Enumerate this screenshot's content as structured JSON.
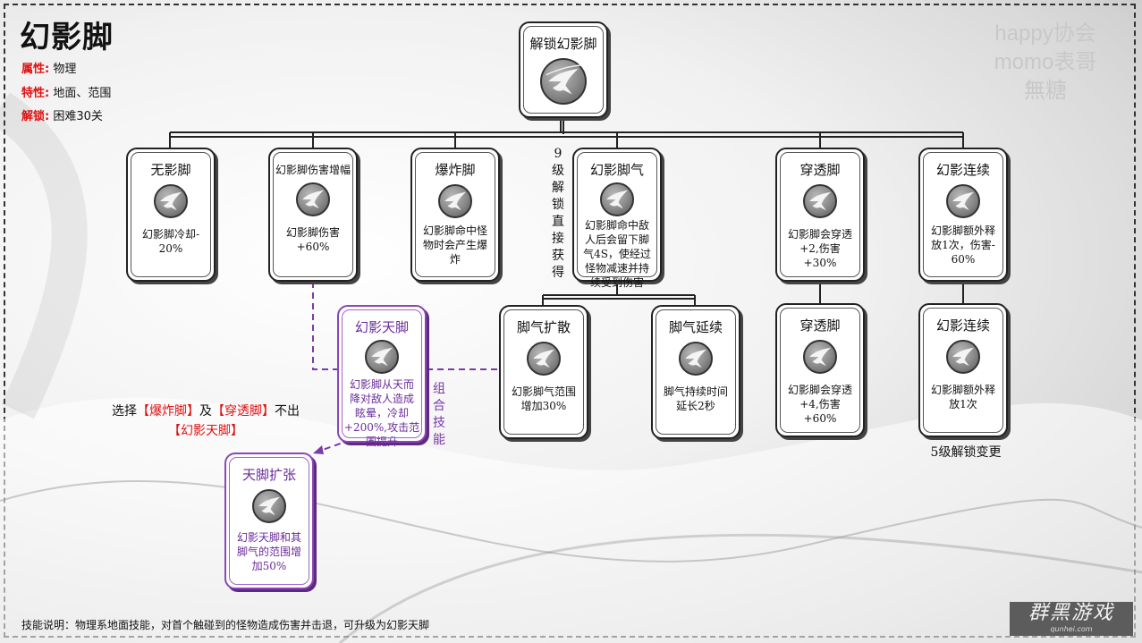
{
  "page": {
    "title": "幻影脚",
    "attributes": [
      {
        "key": "属性:",
        "value": "物理"
      },
      {
        "key": "特性:",
        "value": "地面、范围"
      },
      {
        "key": "解锁:",
        "value": "困难30关"
      }
    ],
    "watermark": [
      "happy协会",
      "momo表哥",
      "無糖"
    ],
    "footer": "技能说明：物理系地面技能，对首个触碰到的怪物造成伤害并击退，可升级为幻影天脚",
    "brand": {
      "name": "群黑游戏",
      "url": "qunhei.com"
    }
  },
  "tree": {
    "root": {
      "title": "解锁幻影脚"
    },
    "row1": [
      {
        "title": "无影脚",
        "desc": [
          "幻影脚冷却-",
          "20%"
        ]
      },
      {
        "title": "幻影脚伤害增幅",
        "desc": [
          "幻影脚伤害",
          "+60%"
        ]
      },
      {
        "title": "爆炸脚",
        "desc": [
          "幻影脚命中怪",
          "物时会产生爆",
          "炸"
        ]
      },
      {
        "title": "幻影脚气",
        "desc": [
          "幻影脚命中敌",
          "人后会留下脚",
          "气4S，使经过",
          "怪物减速并持",
          "续受到伤害"
        ]
      },
      {
        "title": "穿透脚",
        "desc": [
          "幻影脚会穿透",
          "+2,伤害+30%"
        ]
      },
      {
        "title": "幻影连续",
        "desc": [
          "幻影脚额外释",
          "放1次，伤害-",
          "60%"
        ]
      }
    ],
    "row2": [
      {
        "title": "脚气扩散",
        "desc": [
          "幻影脚气范围",
          "增加30%"
        ]
      },
      {
        "title": "脚气延续",
        "desc": [
          "脚气持续时间",
          "延长2秒"
        ]
      },
      {
        "title": "穿透脚",
        "desc": [
          "幻影脚会穿透",
          "+4,伤害+60%"
        ]
      },
      {
        "title": "幻影连续",
        "desc": [
          "幻影脚额外释",
          "放1次"
        ]
      }
    ],
    "combo": {
      "title": "幻影天脚",
      "desc": [
        "幻影脚从天而",
        "降对敌人造成",
        "眩晕，冷却",
        "+200%,攻击范",
        "围提升"
      ]
    },
    "combo_upgrade": {
      "title": "天脚扩张",
      "desc": [
        "幻影天脚和其",
        "脚气的范围增",
        "加50%"
      ]
    },
    "notes": {
      "level9": "9级解锁直接获得",
      "combo_label": "组合技能",
      "level5": "5级解锁变更",
      "select_prefix": "选择",
      "select_a": "【爆炸脚】",
      "select_and": "及",
      "select_b": "【穿透脚】",
      "select_suffix": "不出",
      "select_result": "【幻影天脚】"
    }
  },
  "colors": {
    "accent_red": "#e01010",
    "combo_purple": "#8a45b8"
  },
  "icons": {
    "skill": "crane-icon"
  }
}
